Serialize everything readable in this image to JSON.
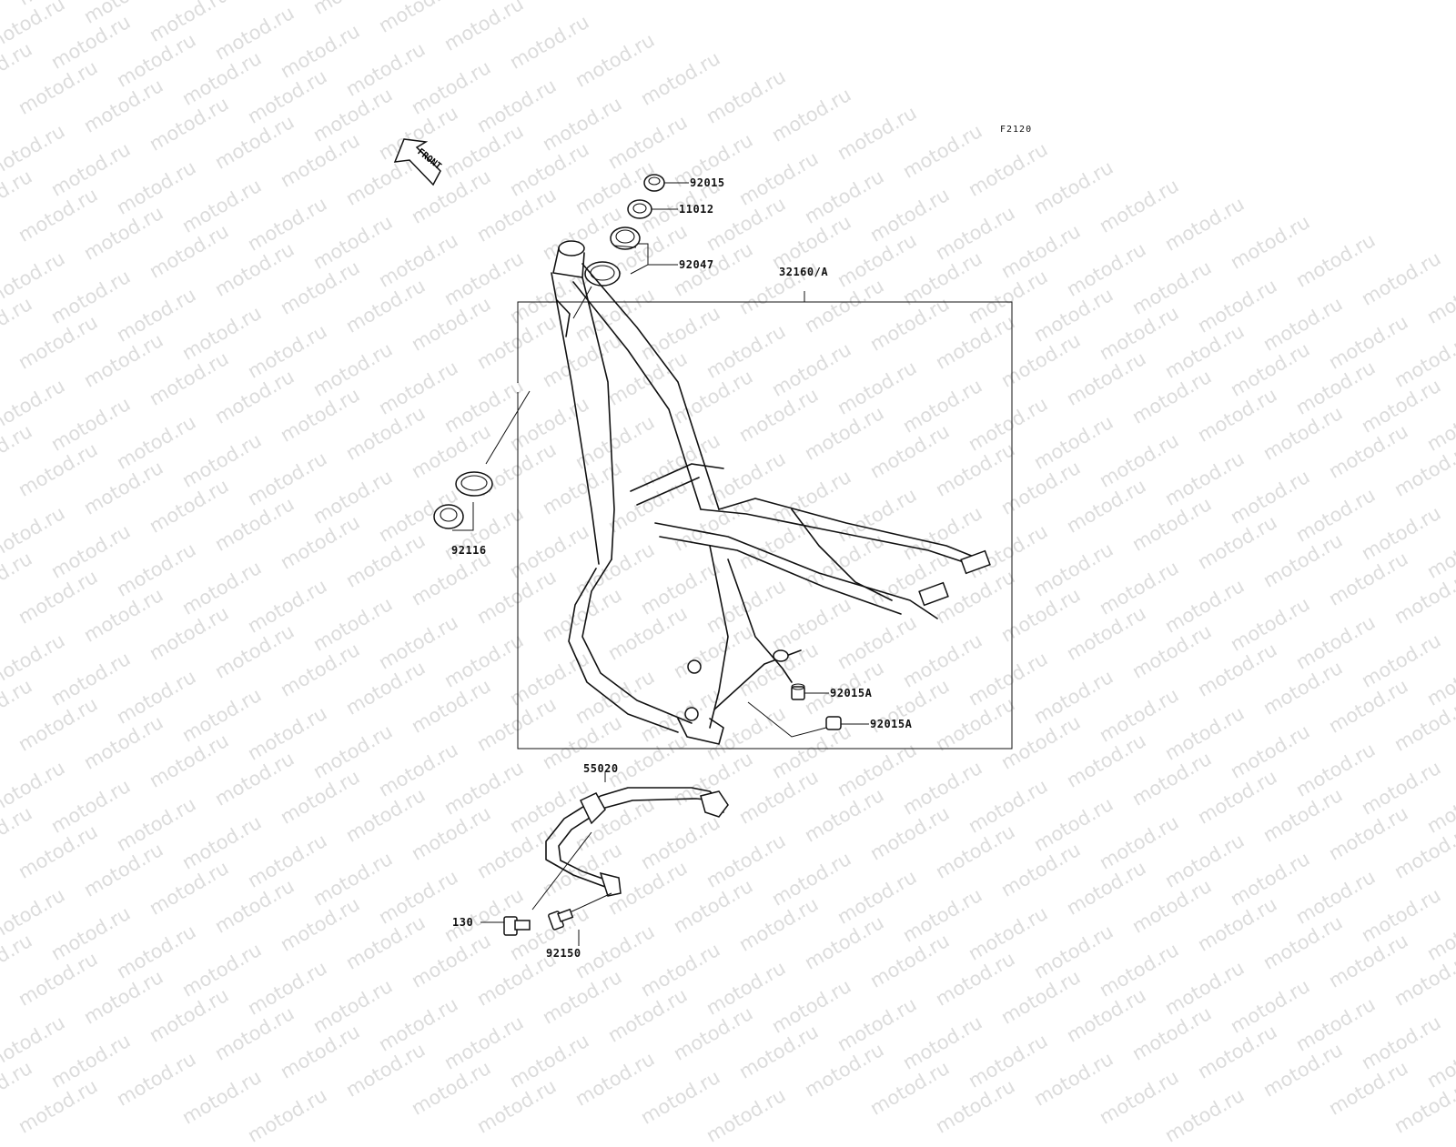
{
  "watermark": "motod.ru",
  "figure_code": "F2120",
  "front_arrow_label": "FRONT",
  "parts": {
    "nut_top": "92015",
    "race_upper": "11012",
    "bearing_upper": "92047",
    "frame": "32160/A",
    "bearing_lower": "92116",
    "plug_a": "92015A",
    "plug_b": "92015A",
    "guard": "55020",
    "bolt_130": "130",
    "bolt_92150": "92150"
  }
}
